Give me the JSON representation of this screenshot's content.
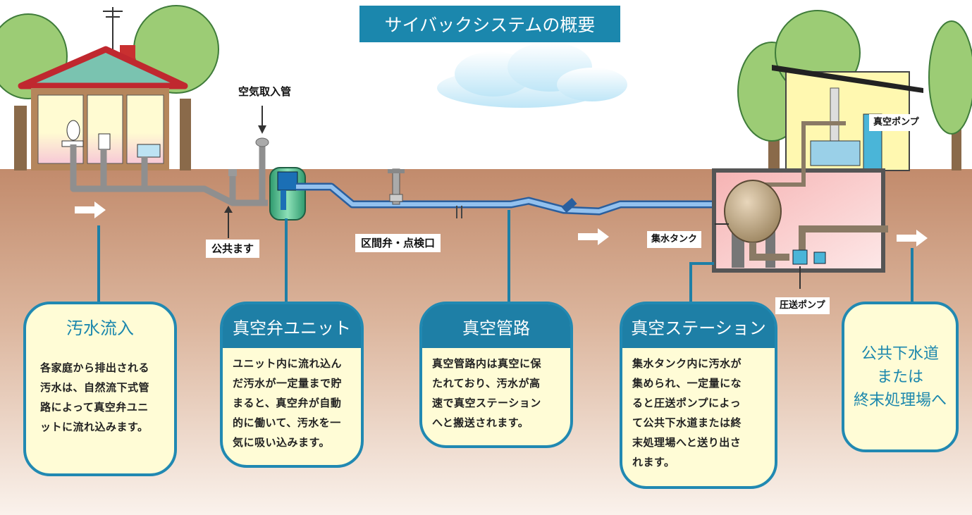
{
  "title": "サイバックシステムの概要",
  "labels": {
    "air_intake": "空気取入管",
    "public_basin": "公共ます",
    "section_valve": "区間弁・点検口",
    "collection_tank": "集水タンク",
    "vacuum_pump": "真空ポンプ",
    "pressure_pump": "圧送ポンプ"
  },
  "cards": [
    {
      "title": "汚水流入",
      "lines": [
        "各家庭から排出される",
        "汚水は、自然流下式管",
        "路によって真空弁ユニ",
        "ットに流れ込みます。"
      ]
    },
    {
      "title": "真空弁ユニット",
      "lines": [
        "ユニット内に流れ込ん",
        "だ汚水が一定量まで貯",
        "まると、真空弁が自動",
        "的に働いて、汚水を一",
        "気に吸い込みます。"
      ]
    },
    {
      "title": "真空管路",
      "lines": [
        "真空管路内は真空に保",
        "たれており、汚水が高",
        "速で真空ステーション",
        "へと搬送されます。"
      ]
    },
    {
      "title": "真空ステーション",
      "lines": [
        "集水タンク内に汚水が",
        "集められ、一定量にな",
        "ると圧送ポンプによっ",
        "て公共下水道または終",
        "末処理場へと送り出さ",
        "れます。"
      ]
    }
  ],
  "destination": {
    "lines": [
      "公共下水道",
      "または",
      "終末処理場へ"
    ]
  },
  "colors": {
    "accent": "#1b87ad",
    "card_fill": "#fffcd6",
    "pipe": "#5f93cf",
    "ground": "#c9977a"
  }
}
